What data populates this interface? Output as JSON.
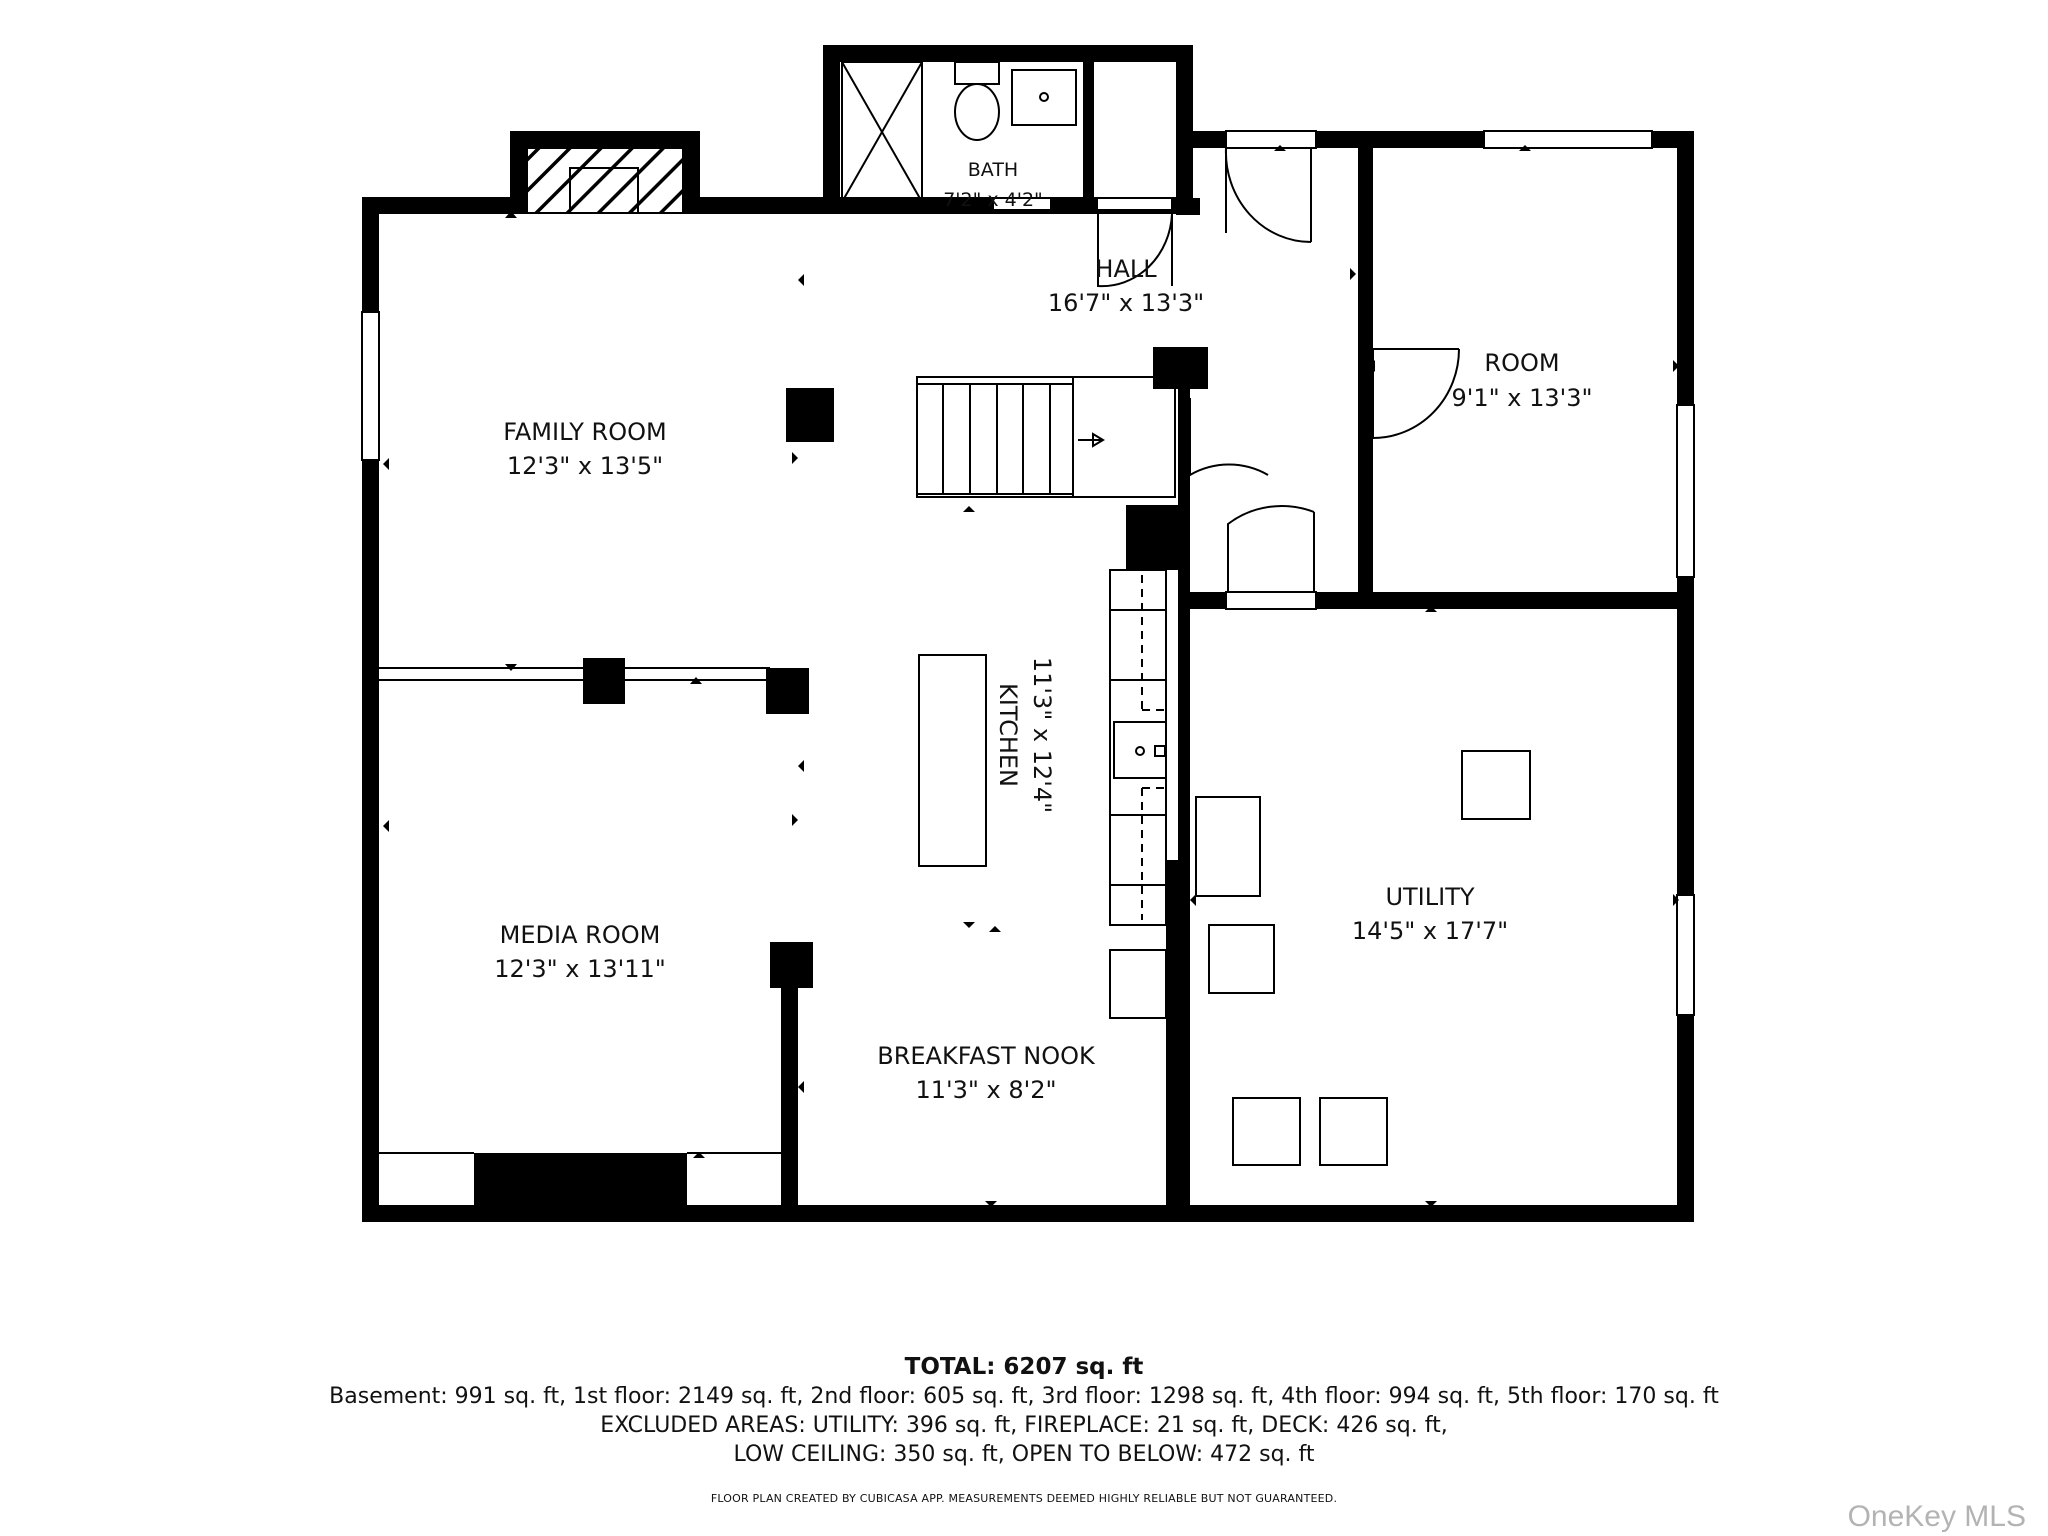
{
  "rooms": [
    {
      "id": "bath",
      "name": "BATH",
      "dims": "7'2\" x 4'2\""
    },
    {
      "id": "hall",
      "name": "HALL",
      "dims": "16'7\" x 13'3\""
    },
    {
      "id": "room",
      "name": "ROOM",
      "dims": "9'1\" x 13'3\""
    },
    {
      "id": "family-room",
      "name": "FAMILY ROOM",
      "dims": "12'3\" x 13'5\""
    },
    {
      "id": "kitchen",
      "name": "KITCHEN",
      "dims": "11'3\" x 12'4\""
    },
    {
      "id": "utility",
      "name": "UTILITY",
      "dims": "14'5\" x 17'7\""
    },
    {
      "id": "media-room",
      "name": "MEDIA ROOM",
      "dims": "12'3\" x 13'11\""
    },
    {
      "id": "breakfast-nook",
      "name": "BREAKFAST NOOK",
      "dims": "11'3\" x 8'2\""
    }
  ],
  "summary": {
    "total": "TOTAL: 6207 sq. ft",
    "line1": "Basement: 991 sq. ft, 1st floor: 2149 sq. ft, 2nd floor: 605 sq. ft, 3rd floor: 1298 sq. ft, 4th floor: 994 sq. ft, 5th floor: 170 sq. ft",
    "line2": "EXCLUDED AREAS: UTILITY: 396 sq. ft, FIREPLACE: 21 sq. ft, DECK: 426 sq. ft,",
    "line3": "LOW CEILING: 350 sq. ft, OPEN TO BELOW: 472 sq. ft",
    "credit": "FLOOR PLAN CREATED BY CUBICASA APP. MEASUREMENTS DEEMED HIGHLY RELIABLE BUT NOT GUARANTEED."
  },
  "watermark": "OneKey MLS",
  "colors": {
    "wall": "#000000",
    "background": "#ffffff",
    "watermark": "#b3b3b3"
  }
}
